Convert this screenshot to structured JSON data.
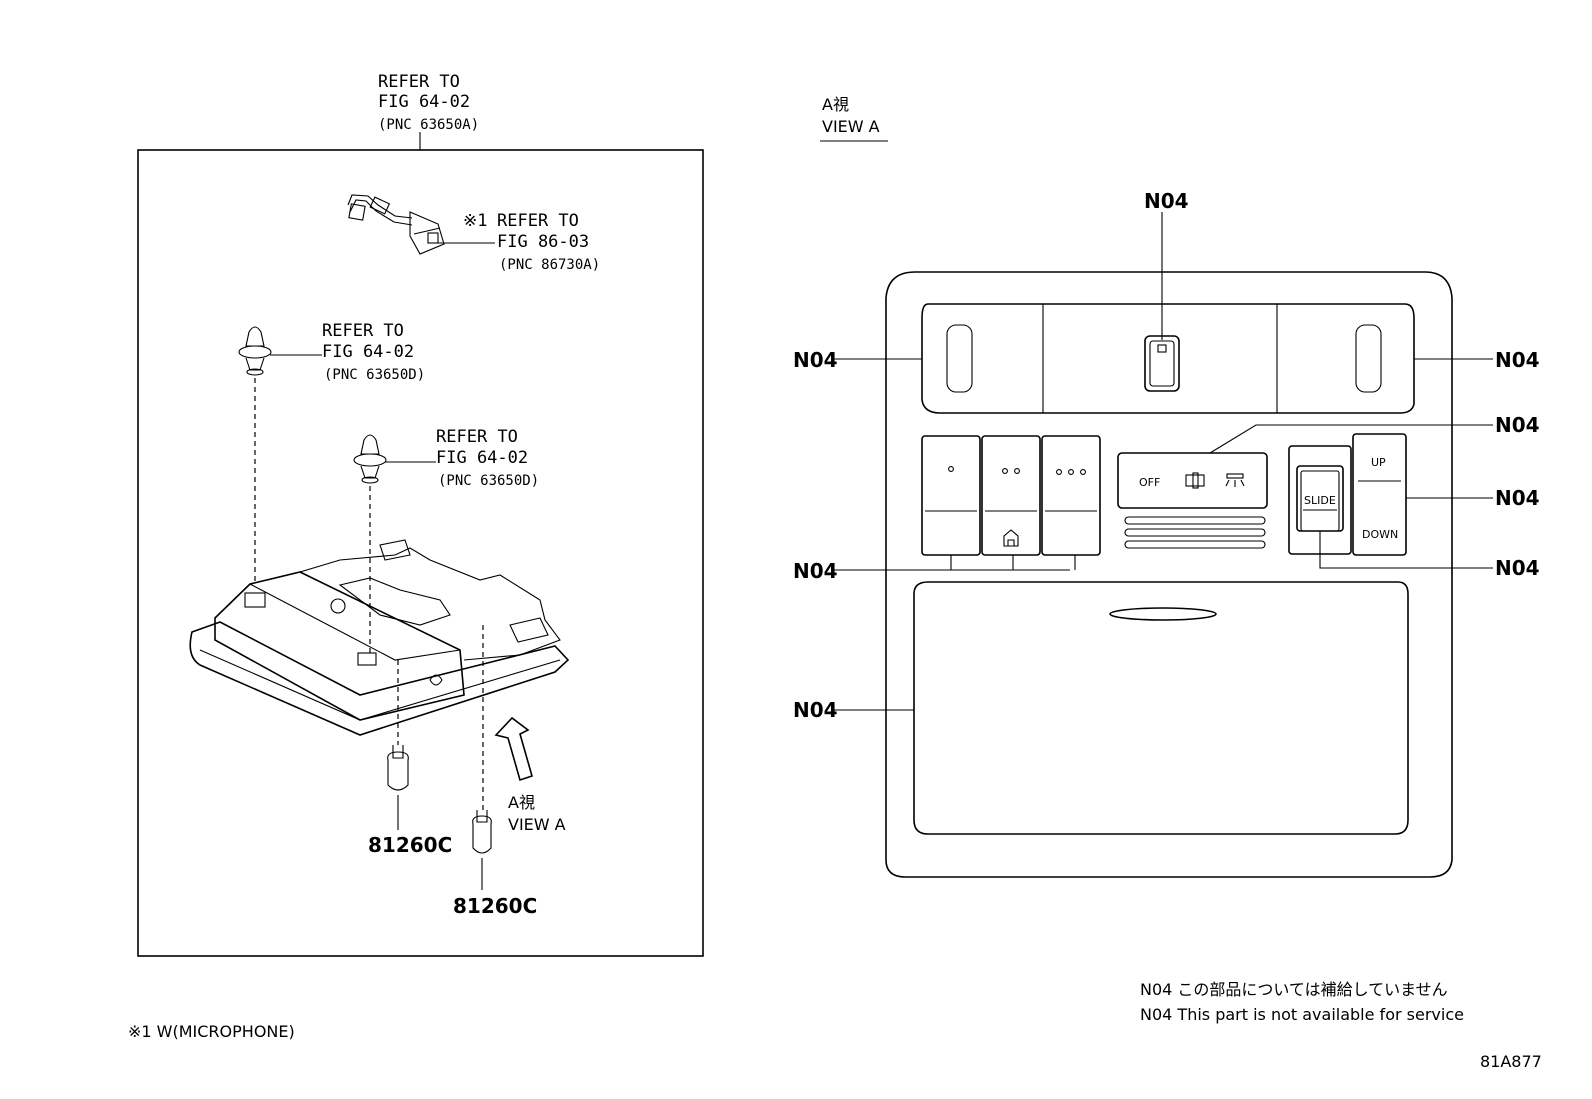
{
  "left_panel": {
    "top_ref": {
      "line1": "REFER TO",
      "line2": "FIG 64-02",
      "line3": "(PNC 63650A)"
    },
    "harness_ref": {
      "mark": "※1",
      "line1": "REFER TO",
      "line2": "FIG 86-03",
      "line3": "(PNC 86730A)"
    },
    "clip_ref_1": {
      "line1": "REFER TO",
      "line2": "FIG 64-02",
      "line3": "(PNC 63650D)"
    },
    "clip_ref_2": {
      "line1": "REFER TO",
      "line2": "FIG 64-02",
      "line3": "(PNC 63650D)"
    },
    "bulb_1": "81260C",
    "bulb_2": "81260C",
    "view_arrow": {
      "line1": "A視",
      "line2": "VIEW A"
    }
  },
  "right_panel": {
    "view_title": {
      "line1": "A視",
      "line2": "VIEW A"
    },
    "callouts": [
      "N04",
      "N04",
      "N04",
      "N04",
      "N04",
      "N04",
      "N04",
      "N04"
    ],
    "switch_labels": {
      "off": "OFF",
      "slide": "SLIDE",
      "up": "UP",
      "down": "DOWN"
    }
  },
  "footnote": "※1 W(MICROPHONE)",
  "notes": {
    "jp": "N04 この部品については補給していません",
    "en": "N04 This part is not available for service"
  },
  "figure_id": "81A877"
}
